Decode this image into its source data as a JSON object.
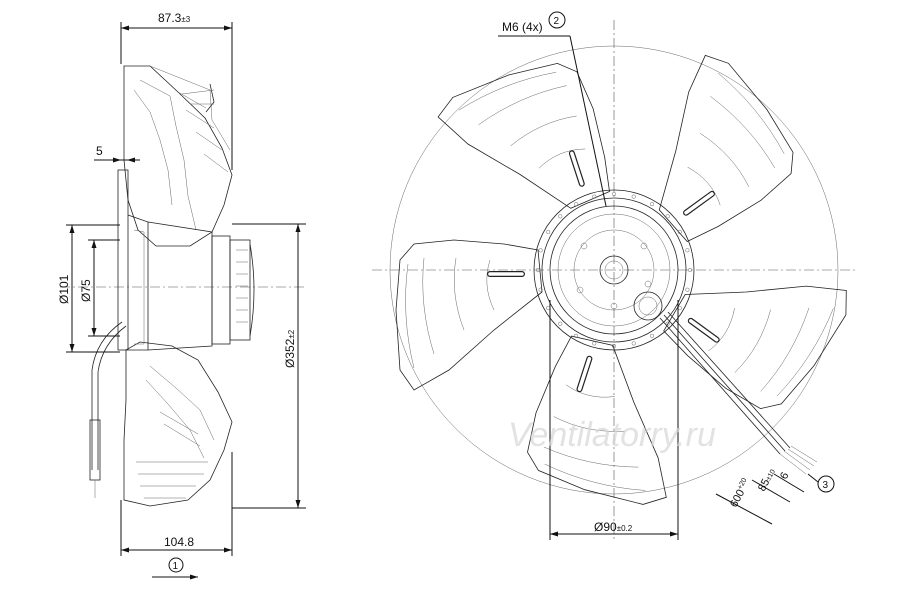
{
  "side_view": {
    "width_top": {
      "value": "87.3",
      "tol": "±3"
    },
    "hub_offset": "5",
    "dia_101": "Ø101",
    "dia_75": "Ø75",
    "dia_352": {
      "value": "Ø352",
      "tol": "±2"
    },
    "width_bottom": "104.8",
    "callout_1": "1"
  },
  "front_view": {
    "thread": "M6 (4x)",
    "callout_2": "2",
    "dia_90": {
      "value": "Ø90",
      "tol": "±0.2"
    },
    "cable_6": "6",
    "cable_85": {
      "value": "85",
      "tol": "±10"
    },
    "cable_600": {
      "value": "600",
      "tol": "+20"
    },
    "callout_3": "3"
  },
  "watermark": "Ventilatorry.ru"
}
